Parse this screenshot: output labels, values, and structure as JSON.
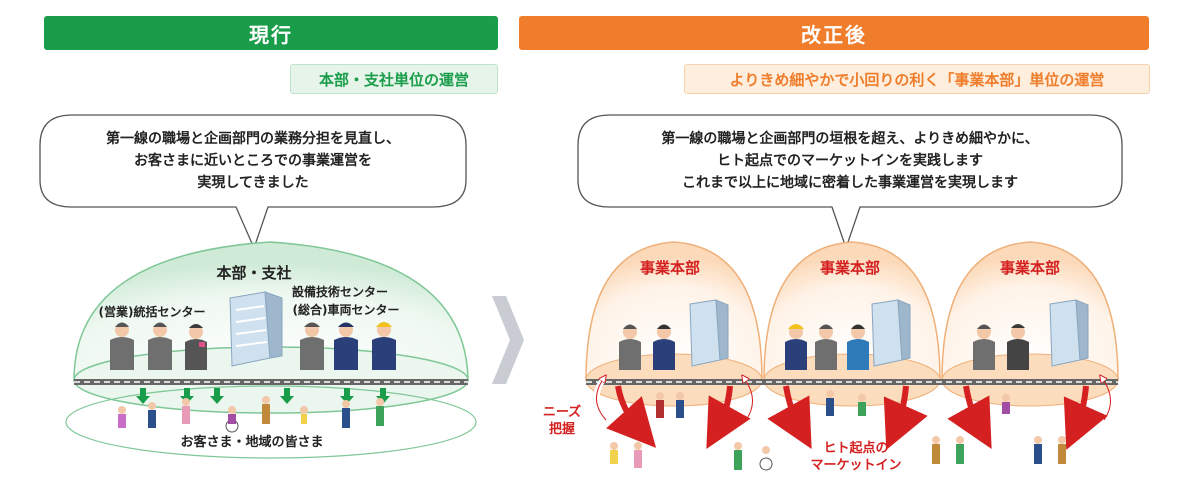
{
  "left": {
    "header": "現行",
    "subtitle": "本部・支社単位の運営",
    "bubble_lines": [
      "第一線の職場と企画部門の業務分担を見直し、",
      "お客さまに近いところでの事業運営を",
      "実現してきました"
    ],
    "dome_title": "本部・支社",
    "label_center_left": "(営業)統括センター",
    "label_center_right_1": "設備技術センター",
    "label_center_right_2": "(総合)車両センター",
    "customers_label": "お客さま・地域の皆さま"
  },
  "right": {
    "header": "改正後",
    "subtitle": "よりきめ細やかで小回りの利く「事業本部」単位の運営",
    "bubble_lines": [
      "第一線の職場と企画部門の垣根を超え、よりきめ細やかに、",
      "ヒト起点でのマーケットインを実践します",
      "これまで以上に地域に密着した事業運営を実現します"
    ],
    "domes": [
      "事業本部",
      "事業本部",
      "事業本部"
    ],
    "needs_label_1": "ニーズ",
    "needs_label_2": "把握",
    "marketin_label_1": "ヒト起点の",
    "marketin_label_2": "マーケットイン"
  },
  "colors": {
    "green": "#1a9d4a",
    "green_light": "#e6f4ea",
    "orange": "#ef7d2b",
    "orange_light": "#fdeedd",
    "red": "#d42020"
  }
}
